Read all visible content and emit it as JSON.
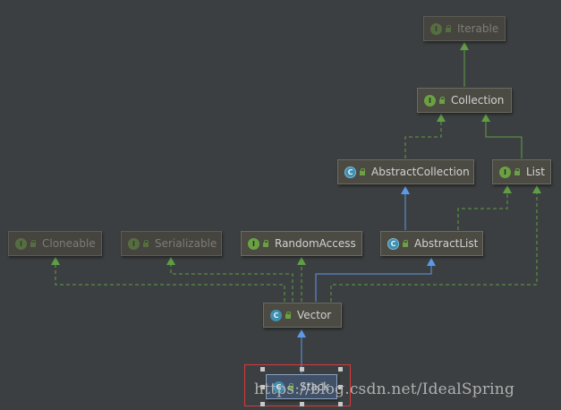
{
  "diagram": {
    "nodes": {
      "iterable": {
        "label": "Iterable",
        "kind": "I"
      },
      "collection": {
        "label": "Collection",
        "kind": "I"
      },
      "abstract_collection": {
        "label": "AbstractCollection",
        "kind": "C"
      },
      "list": {
        "label": "List",
        "kind": "I"
      },
      "cloneable": {
        "label": "Cloneable",
        "kind": "I"
      },
      "serializable": {
        "label": "Serializable",
        "kind": "I"
      },
      "random_access": {
        "label": "RandomAccess",
        "kind": "I"
      },
      "abstract_list": {
        "label": "AbstractList",
        "kind": "C"
      },
      "vector": {
        "label": "Vector",
        "kind": "C"
      },
      "stack": {
        "label": "Stack",
        "kind": "C"
      }
    }
  },
  "watermark": "https://blog.csdn.net/IdealSpring",
  "colors": {
    "background": "#3c3f41",
    "implements_edge": "#5f9e45",
    "extends_edge": "#5a9ae8",
    "selection_border": "#d9393a"
  }
}
